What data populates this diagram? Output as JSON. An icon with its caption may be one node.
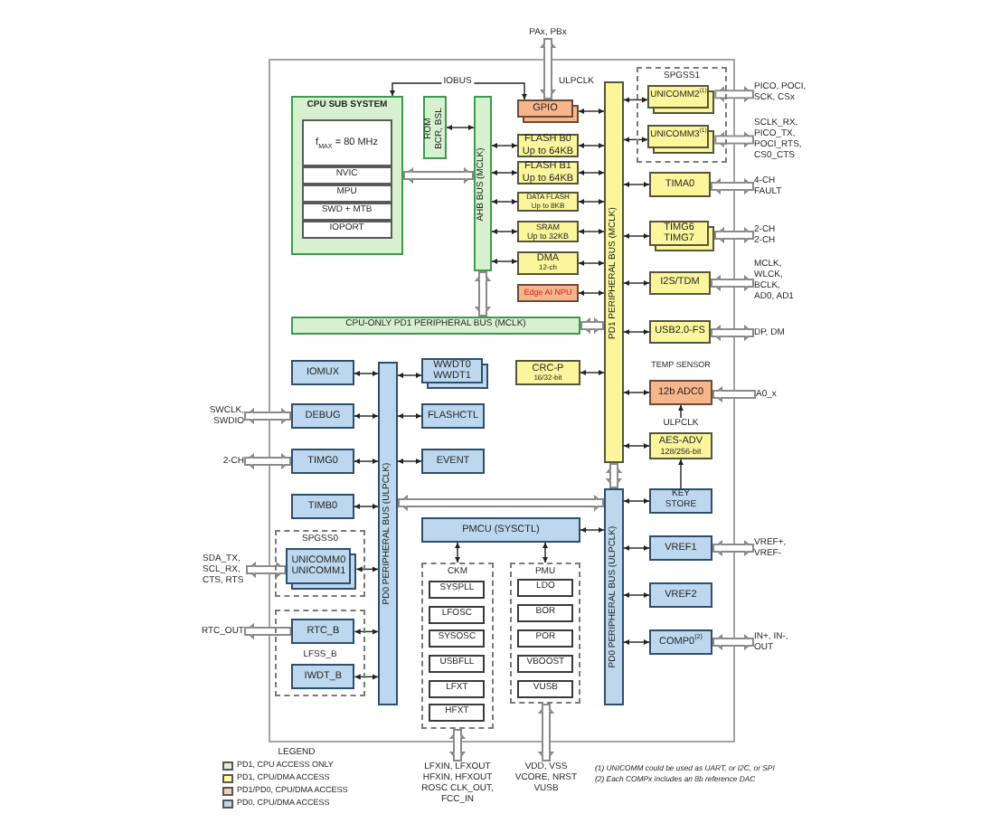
{
  "diagram": {
    "nodes": [
      {
        "text": [
          "PAx, PBx"
        ]
      },
      {
        "text": [
          "CPU SUB SYSTEM"
        ]
      },
      {
        "text": [
          "f$_{MAX}$ = 80 MHz"
        ],
        "in": 1
      },
      {
        "text": [
          "NVIC"
        ],
        "in": 1
      },
      {
        "text": [
          "MPU"
        ],
        "in": 1
      },
      {
        "text": [
          "SWD + MTB"
        ],
        "in": 1
      },
      {
        "text": [
          "IOPORT"
        ],
        "in": 1
      },
      {
        "text": [
          "ROM",
          "BCR, BSL"
        ]
      },
      {
        "text": [
          "AHB BUS (MCLK)"
        ]
      },
      {
        "text": [
          "GPIO"
        ],
        "beside": [
          "ULPCLK"
        ]
      },
      {
        "text": [
          "FLASH B0",
          "Up to 64KB"
        ]
      },
      {
        "text": [
          "FLASH B1",
          "Up to 64KB"
        ]
      },
      {
        "text": [
          "DATA FLASH",
          "Up to 8KB"
        ]
      },
      {
        "text": [
          "SRAM",
          "Up to 32KB"
        ]
      },
      {
        "text": [
          "DMA",
          "12-ch"
        ]
      },
      {
        "text": [
          "Edge AI NPU"
        ]
      },
      {
        "text": [
          "PD1 PERIPHERAL BUS (MCLK)"
        ]
      },
      {
        "text": [
          "SPGSS1"
        ]
      },
      {
        "text": [
          "UNICOMM2$^{(1)}$"
        ],
        "in": 17
      },
      {
        "text": [
          "UNICOMM3$^{(1)}$"
        ],
        "in": 17
      },
      {
        "text": [
          "PICO, POCI, SCK, CSx"
        ]
      },
      {
        "text": [
          "SCLK_RX, PICO_TX, POCI_RTS, CS0_CTS"
        ]
      },
      {
        "text": [
          "TIMA0"
        ]
      },
      {
        "text": [
          "4-CH FAULT"
        ]
      },
      {
        "text": [
          "TIMG6 TIMG7"
        ]
      },
      {
        "text": [
          "2-CH 2-CH"
        ]
      },
      {
        "text": [
          "I2S/TDM"
        ]
      },
      {
        "text": [
          "MCLK, WLCK, BCLK, AD0, AD1"
        ]
      },
      {
        "text": [
          "USB2.0-FS"
        ]
      },
      {
        "text": [
          "DP, DM"
        ]
      },
      {
        "text": [
          "CPU-ONLY PD1 PERIPHERAL BUS (MCLK)"
        ]
      },
      {
        "text": [
          "CRC-P",
          "16/32-bit"
        ]
      },
      {
        "text": [
          "12b ADC0"
        ],
        "beside": [
          "TEMP SENSOR"
        ]
      },
      {
        "text": [
          "A0_x"
        ]
      },
      {
        "text": [
          "ULPCLK"
        ]
      },
      {
        "text": [
          "AES-ADV",
          "128/256-bit"
        ]
      },
      {
        "text": [
          "IOMUX"
        ]
      },
      {
        "text": [
          "WWDT0 WWDT1"
        ]
      },
      {
        "text": [
          "SWCLK, SWDIO"
        ]
      },
      {
        "text": [
          "DEBUG"
        ]
      },
      {
        "text": [
          "FLASHCTL"
        ]
      },
      {
        "text": [
          "2-CH"
        ]
      },
      {
        "text": [
          "TIMG0"
        ]
      },
      {
        "text": [
          "EVENT"
        ]
      },
      {
        "text": [
          "TIMB0"
        ]
      },
      {
        "text": [
          "PD0 PERIPHERAL BUS (ULPCLK)"
        ]
      },
      {
        "text": [
          "KEY STORE"
        ]
      },
      {
        "text": [
          "PMCU (SYSCTL)"
        ]
      },
      {
        "text": [
          "PD0 PERIPHERAL BUS (ULPCLK)"
        ]
      },
      {
        "text": [
          "VREF1"
        ]
      },
      {
        "text": [
          "VREF+, VREF-"
        ]
      },
      {
        "text": [
          "SPGSS0"
        ]
      },
      {
        "text": [
          "UNICOMM0 UNICOMM1"
        ],
        "in": 51
      },
      {
        "text": [
          "SDA_TX, SCL_RX, CTS, RTS"
        ]
      },
      {
        "text": [
          "VREF2"
        ]
      },
      {
        "text": [
          "CKM"
        ]
      },
      {
        "text": [
          "SYSPLL"
        ],
        "in": 55
      },
      {
        "text": [
          "LFOSC"
        ],
        "in": 55
      },
      {
        "text": [
          "SYSOSC"
        ],
        "in": 55
      },
      {
        "text": [
          "USBFLL"
        ],
        "in": 55
      },
      {
        "text": [
          "LFXT"
        ],
        "in": 55
      },
      {
        "text": [
          "HFXT"
        ],
        "in": 55
      },
      {
        "text": [
          "PMU"
        ]
      },
      {
        "text": [
          "LDO"
        ],
        "in": 62
      },
      {
        "text": [
          "BOR"
        ],
        "in": 62
      },
      {
        "text": [
          "POR"
        ],
        "in": 62
      },
      {
        "text": [
          "VBOOST"
        ],
        "in": 62
      },
      {
        "text": [
          "VUSB"
        ],
        "in": 62
      },
      {
        "text": [
          "COMP0$^{(2)}$"
        ]
      },
      {
        "text": [
          "IN+, IN-, OUT"
        ]
      },
      {
        "text": [
          "RTC_OUT"
        ]
      },
      {
        "text": [
          "LFSS_B"
        ]
      },
      {
        "text": [
          "RTC_B"
        ],
        "in": 71
      },
      {
        "text": [
          "IWDT_B"
        ],
        "in": 71
      },
      {
        "text": [
          "LFXIN, LFXOUT HFXIN, HFXOUT ROSC CLK_OUT, FCC_IN"
        ]
      },
      {
        "text": [
          "VDD, VSS VCORE, NRST VUSB"
        ]
      }
    ],
    "edges": [
      {
        "from": 0,
        "to": 9,
        "arrow": "both",
        "style": "thick",
        "color": "#8a8a8a"
      },
      {
        "from": 1,
        "to": 9,
        "arrow": "both",
        "label": "IOBUS"
      },
      {
        "from": 7,
        "to": 8,
        "arrow": "both"
      },
      {
        "from": 1,
        "to": 8,
        "arrow": "both",
        "style": "thick",
        "color": "#8a8a8a"
      },
      {
        "from": 8,
        "to": 10,
        "arrow": "both"
      },
      {
        "from": 8,
        "to": 11,
        "arrow": "both"
      },
      {
        "from": 8,
        "to": 12,
        "arrow": "both"
      },
      {
        "from": 8,
        "to": 13,
        "arrow": "both"
      },
      {
        "from": 8,
        "to": 14,
        "arrow": "both"
      },
      {
        "from": 9,
        "to": 16,
        "arrow": "both"
      },
      {
        "from": 10,
        "to": 16,
        "arrow": "both"
      },
      {
        "from": 11,
        "to": 16,
        "arrow": "both"
      },
      {
        "from": 12,
        "to": 16,
        "arrow": "both"
      },
      {
        "from": 13,
        "to": 16,
        "arrow": "both"
      },
      {
        "from": 14,
        "to": 16,
        "arrow": "both"
      },
      {
        "from": 15,
        "to": 16,
        "arrow": "both"
      },
      {
        "from": 16,
        "to": 18,
        "arrow": "both"
      },
      {
        "from": 16,
        "to": 19,
        "arrow": "both"
      },
      {
        "from": 18,
        "to": 20,
        "arrow": "both",
        "style": "thick",
        "color": "#8a8a8a"
      },
      {
        "from": 19,
        "to": 21,
        "arrow": "both",
        "style": "thick",
        "color": "#8a8a8a"
      },
      {
        "from": 16,
        "to": 22,
        "arrow": "both"
      },
      {
        "from": 22,
        "to": 23,
        "arrow": "both",
        "style": "thick",
        "color": "#8a8a8a"
      },
      {
        "from": 16,
        "to": 24,
        "arrow": "both"
      },
      {
        "from": 24,
        "to": 25,
        "arrow": "both",
        "style": "thick",
        "color": "#8a8a8a"
      },
      {
        "from": 16,
        "to": 26,
        "arrow": "both"
      },
      {
        "from": 26,
        "to": 27,
        "arrow": "both",
        "style": "thick",
        "color": "#8a8a8a"
      },
      {
        "from": 16,
        "to": 28,
        "arrow": "both"
      },
      {
        "from": 28,
        "to": 29,
        "arrow": "both",
        "style": "thick",
        "color": "#8a8a8a"
      },
      {
        "from": 8,
        "to": 30,
        "arrow": "both",
        "style": "thick",
        "color": "#8a8a8a"
      },
      {
        "from": 30,
        "to": 16,
        "arrow": "both",
        "style": "thick",
        "color": "#8a8a8a"
      },
      {
        "from": 31,
        "to": 16,
        "arrow": "both"
      },
      {
        "from": 16,
        "to": 32,
        "arrow": "both"
      },
      {
        "from": 33,
        "to": 32,
        "arrow": "to",
        "style": "thick",
        "color": "#8a8a8a"
      },
      {
        "from": 34,
        "to": 32,
        "arrow": "to"
      },
      {
        "from": 16,
        "to": 35,
        "arrow": "both"
      },
      {
        "from": 46,
        "to": 35,
        "arrow": "to"
      },
      {
        "from": 16,
        "to": 48,
        "arrow": "both",
        "style": "thick",
        "color": "#8a8a8a"
      },
      {
        "from": 45,
        "to": 48,
        "arrow": "both",
        "style": "thick",
        "color": "#8a8a8a"
      },
      {
        "from": 48,
        "to": 46,
        "arrow": "both"
      },
      {
        "from": 36,
        "to": 45,
        "arrow": "both"
      },
      {
        "from": 39,
        "to": 45,
        "arrow": "both"
      },
      {
        "from": 42,
        "to": 45,
        "arrow": "both"
      },
      {
        "from": 44,
        "to": 45,
        "arrow": "both"
      },
      {
        "from": 45,
        "to": 37,
        "arrow": "both"
      },
      {
        "from": 45,
        "to": 40,
        "arrow": "both"
      },
      {
        "from": 45,
        "to": 43,
        "arrow": "both"
      },
      {
        "from": 38,
        "to": 39,
        "arrow": "both",
        "style": "thick",
        "color": "#8a8a8a"
      },
      {
        "from": 41,
        "to": 42,
        "arrow": "both",
        "style": "thick",
        "color": "#8a8a8a"
      },
      {
        "from": 47,
        "to": 48,
        "arrow": "both"
      },
      {
        "from": 47,
        "to": 55,
        "arrow": "both"
      },
      {
        "from": 47,
        "to": 62,
        "arrow": "both"
      },
      {
        "from": 48,
        "to": 49,
        "arrow": "both"
      },
      {
        "from": 49,
        "to": 50,
        "arrow": "both",
        "style": "thick",
        "color": "#8a8a8a"
      },
      {
        "from": 52,
        "to": 45,
        "arrow": "both"
      },
      {
        "from": 53,
        "to": 52,
        "arrow": "both",
        "style": "thick",
        "color": "#8a8a8a"
      },
      {
        "from": 48,
        "to": 54,
        "arrow": "both"
      },
      {
        "from": 48,
        "to": 68,
        "arrow": "both"
      },
      {
        "from": 68,
        "to": 69,
        "arrow": "both",
        "style": "thick",
        "color": "#8a8a8a"
      },
      {
        "from": 72,
        "to": 70,
        "arrow": "to",
        "style": "thick",
        "color": "#8a8a8a"
      },
      {
        "from": 72,
        "to": 45,
        "arrow": "both"
      },
      {
        "from": 73,
        "to": 45,
        "arrow": "both"
      },
      {
        "from": 74,
        "to": 55,
        "arrow": "both",
        "style": "thick",
        "color": "#8a8a8a"
      },
      {
        "from": 75,
        "to": 62,
        "arrow": "both",
        "style": "thick",
        "color": "#8a8a8a"
      }
    ],
    "labels": [
      "LEGEND",
      "(1) UNICOMM could be used as UART, or I2C, or SPI",
      "(2) Each COMPx includes an 8b reference DAC"
    ],
    "legend": [
      {
        "text": "PD1, CPU ACCESS ONLY",
        "color": "#e2f0d9"
      },
      {
        "text": "PD1, CPU/DMA ACCESS",
        "color": "#ffff99"
      },
      {
        "text": "PD1/PD0, CPU/DMA ACCESS",
        "color": "#f8cbad"
      },
      {
        "text": "PD0, CPU/DMA ACCESS",
        "color": "#bdd7ee"
      }
    ]
  }
}
